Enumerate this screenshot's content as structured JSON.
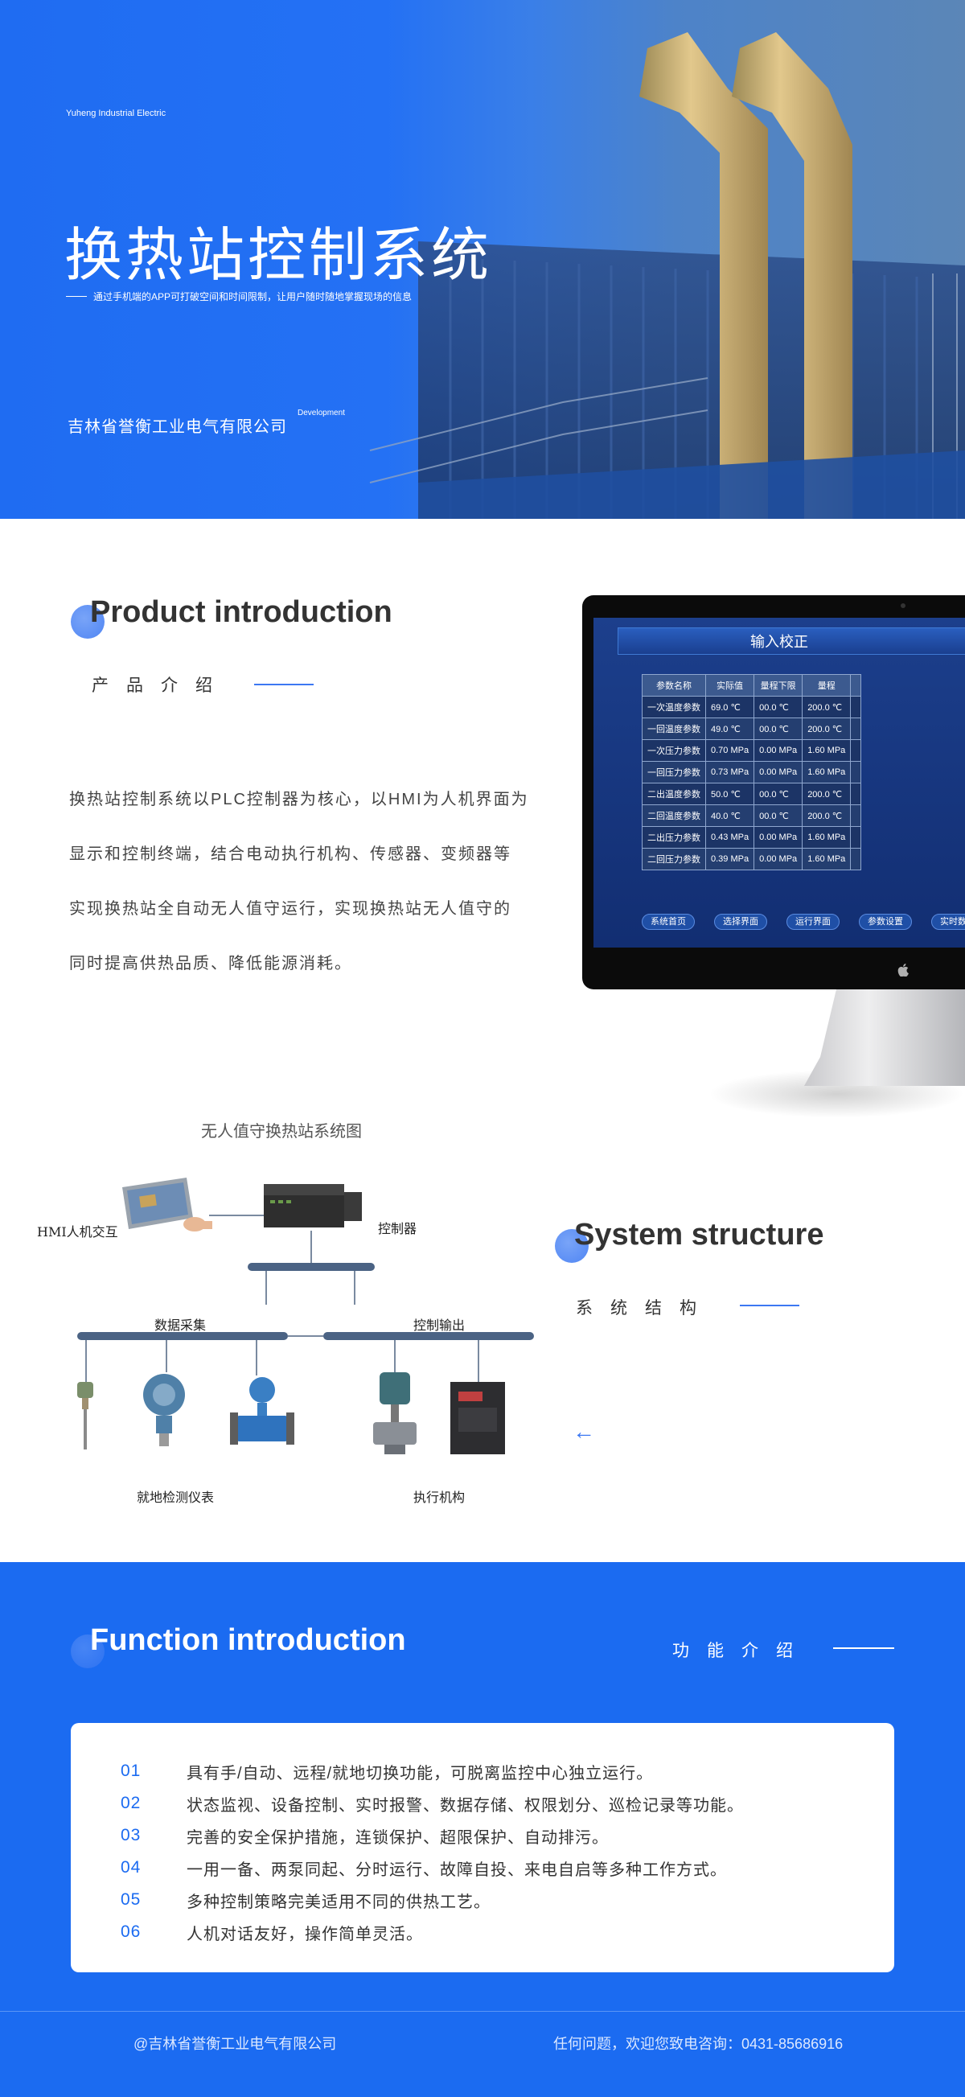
{
  "hero": {
    "company_en": "Yuheng Industrial Electric",
    "title": "换热站控制系统",
    "subtitle": "通过手机端的APP可打破空间和时间限制，让用户随时随地掌握现场的信息",
    "company": "吉林省誉衡工业电气有限公司",
    "dev": "Development"
  },
  "product": {
    "title": "Product introduction",
    "cn": "产品介绍",
    "lines": [
      "换热站控制系统以PLC控制器为核心，以HMI为人机界面为",
      "显示和控制终端，结合电动执行机构、传感器、变频器等",
      "实现换热站全自动无人值守运行，实现换热站无人值守的",
      "同时提高供热品质、降低能源消耗。"
    ]
  },
  "hmi": {
    "title": "输入校正",
    "headers": [
      "参数名称",
      "实际值",
      "量程下限",
      "量程"
    ],
    "rows": [
      [
        "一次温度参数",
        "69.0    ℃",
        "00.0    ℃",
        "200.0    ℃"
      ],
      [
        "一回温度参数",
        "49.0    ℃",
        "00.0    ℃",
        "200.0    ℃"
      ],
      [
        "一次压力参数",
        "0.70  MPa",
        "0.00  MPa",
        "1.60    MPa"
      ],
      [
        "一回压力参数",
        "0.73  MPa",
        "0.00  MPa",
        "1.60    MPa"
      ],
      [
        "二出温度参数",
        "50.0    ℃",
        "00.0    ℃",
        "200.0    ℃"
      ],
      [
        "二回温度参数",
        "40.0    ℃",
        "00.0    ℃",
        "200.0    ℃"
      ],
      [
        "二出压力参数",
        "0.43  MPa",
        "0.00  MPa",
        "1.60    MPa"
      ],
      [
        "二回压力参数",
        "0.39  MPa",
        "0.00  MPa",
        "1.60    MPa"
      ]
    ],
    "buttons": [
      "系统首页",
      "选择界面",
      "运行界面",
      "参数设置",
      "实时数据"
    ]
  },
  "diagram": {
    "title": "无人值守换热站系统图",
    "hmi_label": "HMI人机交互",
    "controller_label": "控制器",
    "data_label": "数据采集",
    "output_label": "控制输出",
    "sensors_label": "就地检测仪表",
    "actuators_label": "执行机构"
  },
  "system": {
    "title": "System structure",
    "cn": "系统结构",
    "arrow": "←"
  },
  "function": {
    "title": "Function introduction",
    "cn": "功能介绍",
    "items": [
      {
        "num": "01",
        "text": "具有手/自动、远程/就地切换功能，可脱离监控中心独立运行。"
      },
      {
        "num": "02",
        "text": "状态监视、设备控制、实时报警、数据存储、权限划分、巡检记录等功能。"
      },
      {
        "num": "03",
        "text": "完善的安全保护措施，连锁保护、超限保护、自动排污。"
      },
      {
        "num": "04",
        "text": "一用一备、两泵同起、分时运行、故障自投、来电自启等多种工作方式。"
      },
      {
        "num": "05",
        "text": "多种控制策略完美适用不同的供热工艺。"
      },
      {
        "num": "06",
        "text": "人机对话友好，操作简单灵活。"
      }
    ]
  },
  "footer": {
    "left": "@吉林省誉衡工业电气有限公司",
    "right": "任何问题，欢迎您致电咨询：0431-85686916"
  },
  "colors": {
    "accent": "#1b6bf1",
    "dot": "#3c78f2"
  }
}
